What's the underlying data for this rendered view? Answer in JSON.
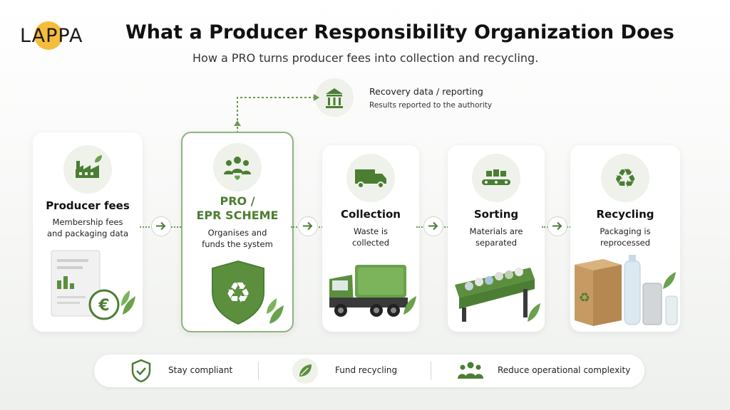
{
  "logo": {
    "text": "LAPPA"
  },
  "header": {
    "title": "What a Producer Responsibility Organization Does",
    "subtitle": "How a PRO turns producer fees into collection and recycling."
  },
  "reporting": {
    "title": "Recovery data / reporting",
    "subtitle": "Results reported to the authority",
    "icon": "government-building-icon"
  },
  "steps": [
    {
      "title": "Producer fees",
      "subtitle": [
        "Membership fees",
        "and packaging data"
      ],
      "icon": "factory-icon"
    },
    {
      "title": [
        "PRO /",
        "EPR SCHEME"
      ],
      "subtitle": [
        "Organises and",
        "funds the system"
      ],
      "icon": "people-leaf-icon"
    },
    {
      "title": "Collection",
      "subtitle": [
        "Waste is",
        "collected"
      ],
      "icon": "truck-icon"
    },
    {
      "title": "Sorting",
      "subtitle": [
        "Materials are",
        "separated"
      ],
      "icon": "conveyor-icon"
    },
    {
      "title": "Recycling",
      "subtitle": [
        "Packaging is",
        "reprocessed"
      ],
      "icon": "recycle-icon"
    }
  ],
  "benefits": [
    {
      "label": "Stay compliant",
      "icon": "shield-check-icon"
    },
    {
      "label": "Fund recycling",
      "icon": "leaf-icon"
    },
    {
      "label": "Reduce operational complexity",
      "icon": "team-icon"
    }
  ],
  "colors": {
    "accent": "#5b8f3e",
    "accent_dark": "#4b7e33",
    "icon_bg": "#eef2ea",
    "logo_dot": "#f6bd3b"
  }
}
